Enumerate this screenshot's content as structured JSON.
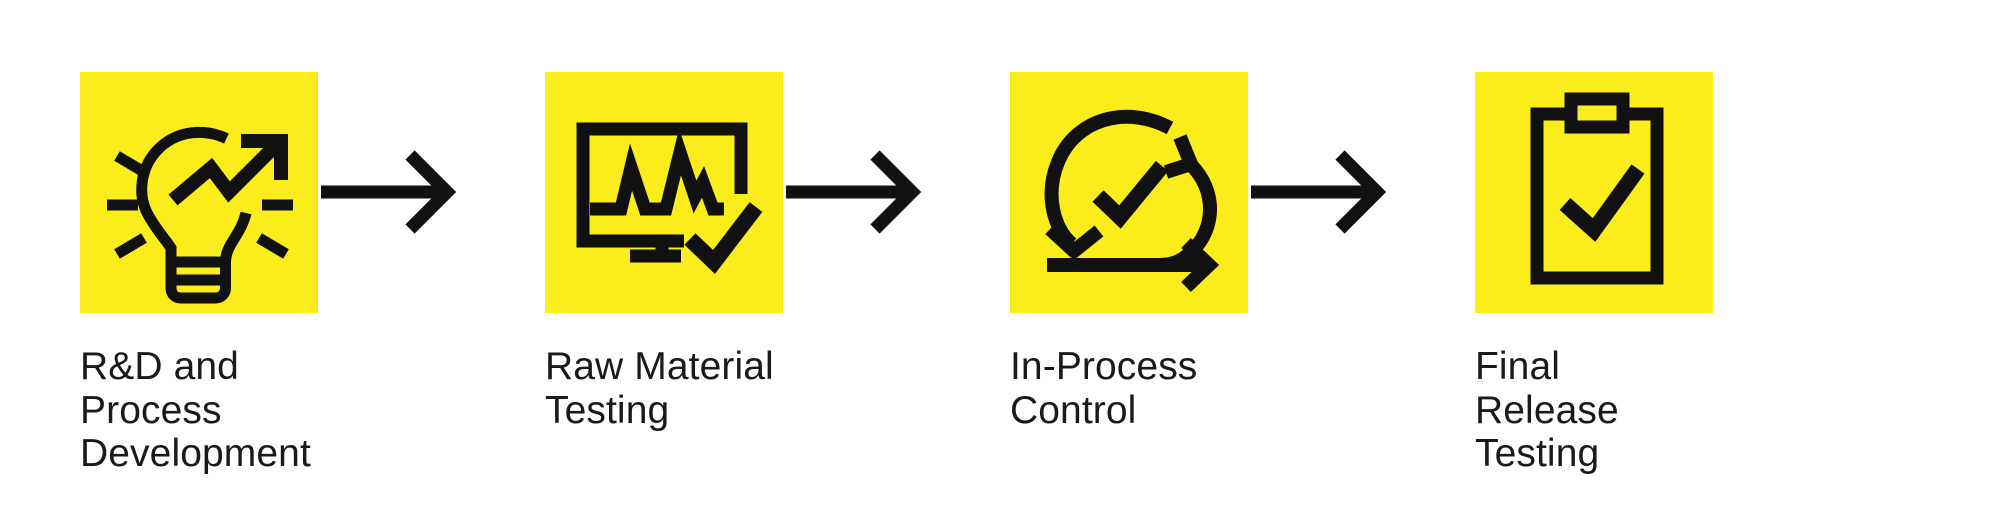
{
  "diagram": {
    "type": "process-flow",
    "orientation": "horizontal",
    "background_color": "#ffffff",
    "tile_color": "#fbed1b",
    "icon_color": "#111111",
    "text_color": "#1a1a1a",
    "connector_color": "#111111",
    "steps": [
      {
        "index": 1,
        "label": "R&D and Process\nDevelopment",
        "icon": "lightbulb-growth-arrow-icon"
      },
      {
        "index": 2,
        "label": "Raw Material\nTesting",
        "icon": "monitor-waveform-check-icon"
      },
      {
        "index": 3,
        "label": "In-Process\nControl",
        "icon": "cycle-loop-check-arrow-icon"
      },
      {
        "index": 4,
        "label": "Final Release\nTesting",
        "icon": "clipboard-check-icon"
      }
    ],
    "connectors": [
      {
        "index": 1,
        "icon": "arrow-right-icon"
      },
      {
        "index": 2,
        "icon": "arrow-right-icon"
      },
      {
        "index": 3,
        "icon": "arrow-right-icon"
      }
    ]
  }
}
